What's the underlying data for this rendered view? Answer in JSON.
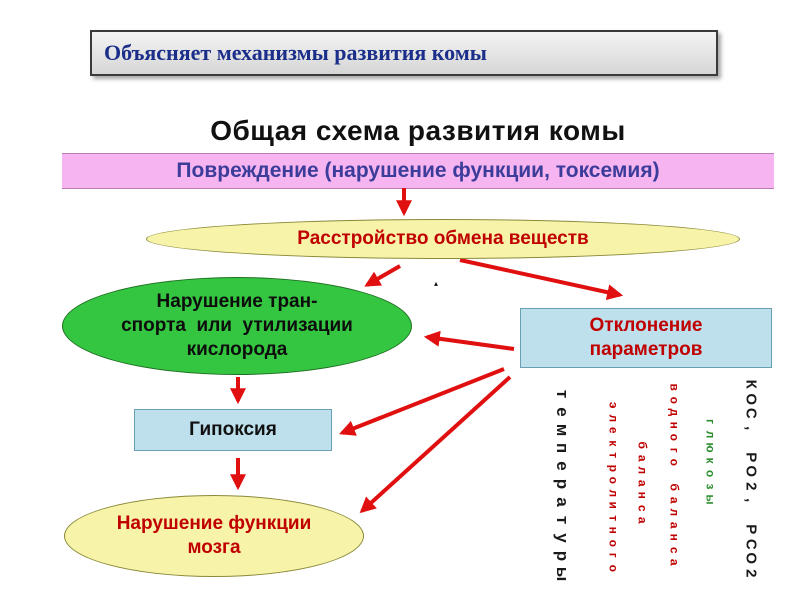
{
  "header": {
    "title": "Объясняет механизмы развития комы"
  },
  "diagram": {
    "title": "Общая схема развития комы",
    "damage": "Повреждение (нарушение функции, токсемия)",
    "metabolism": "Расстройство обмена веществ",
    "oxygen_lines": [
      "Нарушение тран-",
      "спорта  или  утилизации",
      "кислорода"
    ],
    "deviation_lines": [
      "Отклонение",
      "параметров"
    ],
    "hypoxia": "Гипоксия",
    "brain_lines": [
      "Нарушение функции",
      "мозга"
    ],
    "stray_mark": "▴",
    "parameters": [
      {
        "text": "температуры",
        "color": "#1a1a1a"
      },
      {
        "text": "электролитного",
        "color": "#c00000"
      },
      {
        "text": "баланса",
        "color": "#c00000"
      },
      {
        "text": "водного баланса",
        "color": "#c00000"
      },
      {
        "text": "глюкозы",
        "color": "#2f8f2f"
      },
      {
        "text": "КОС, PO2, PCO2",
        "color": "#1a1a1a"
      }
    ]
  },
  "colors": {
    "arrow": "#e01010",
    "damage_fill": "#f6b4f0",
    "metabolism_fill": "#f7f3a8",
    "oxygen_fill": "#34c640",
    "box_fill": "#bde0ec",
    "header_text": "#1b2f8a"
  }
}
